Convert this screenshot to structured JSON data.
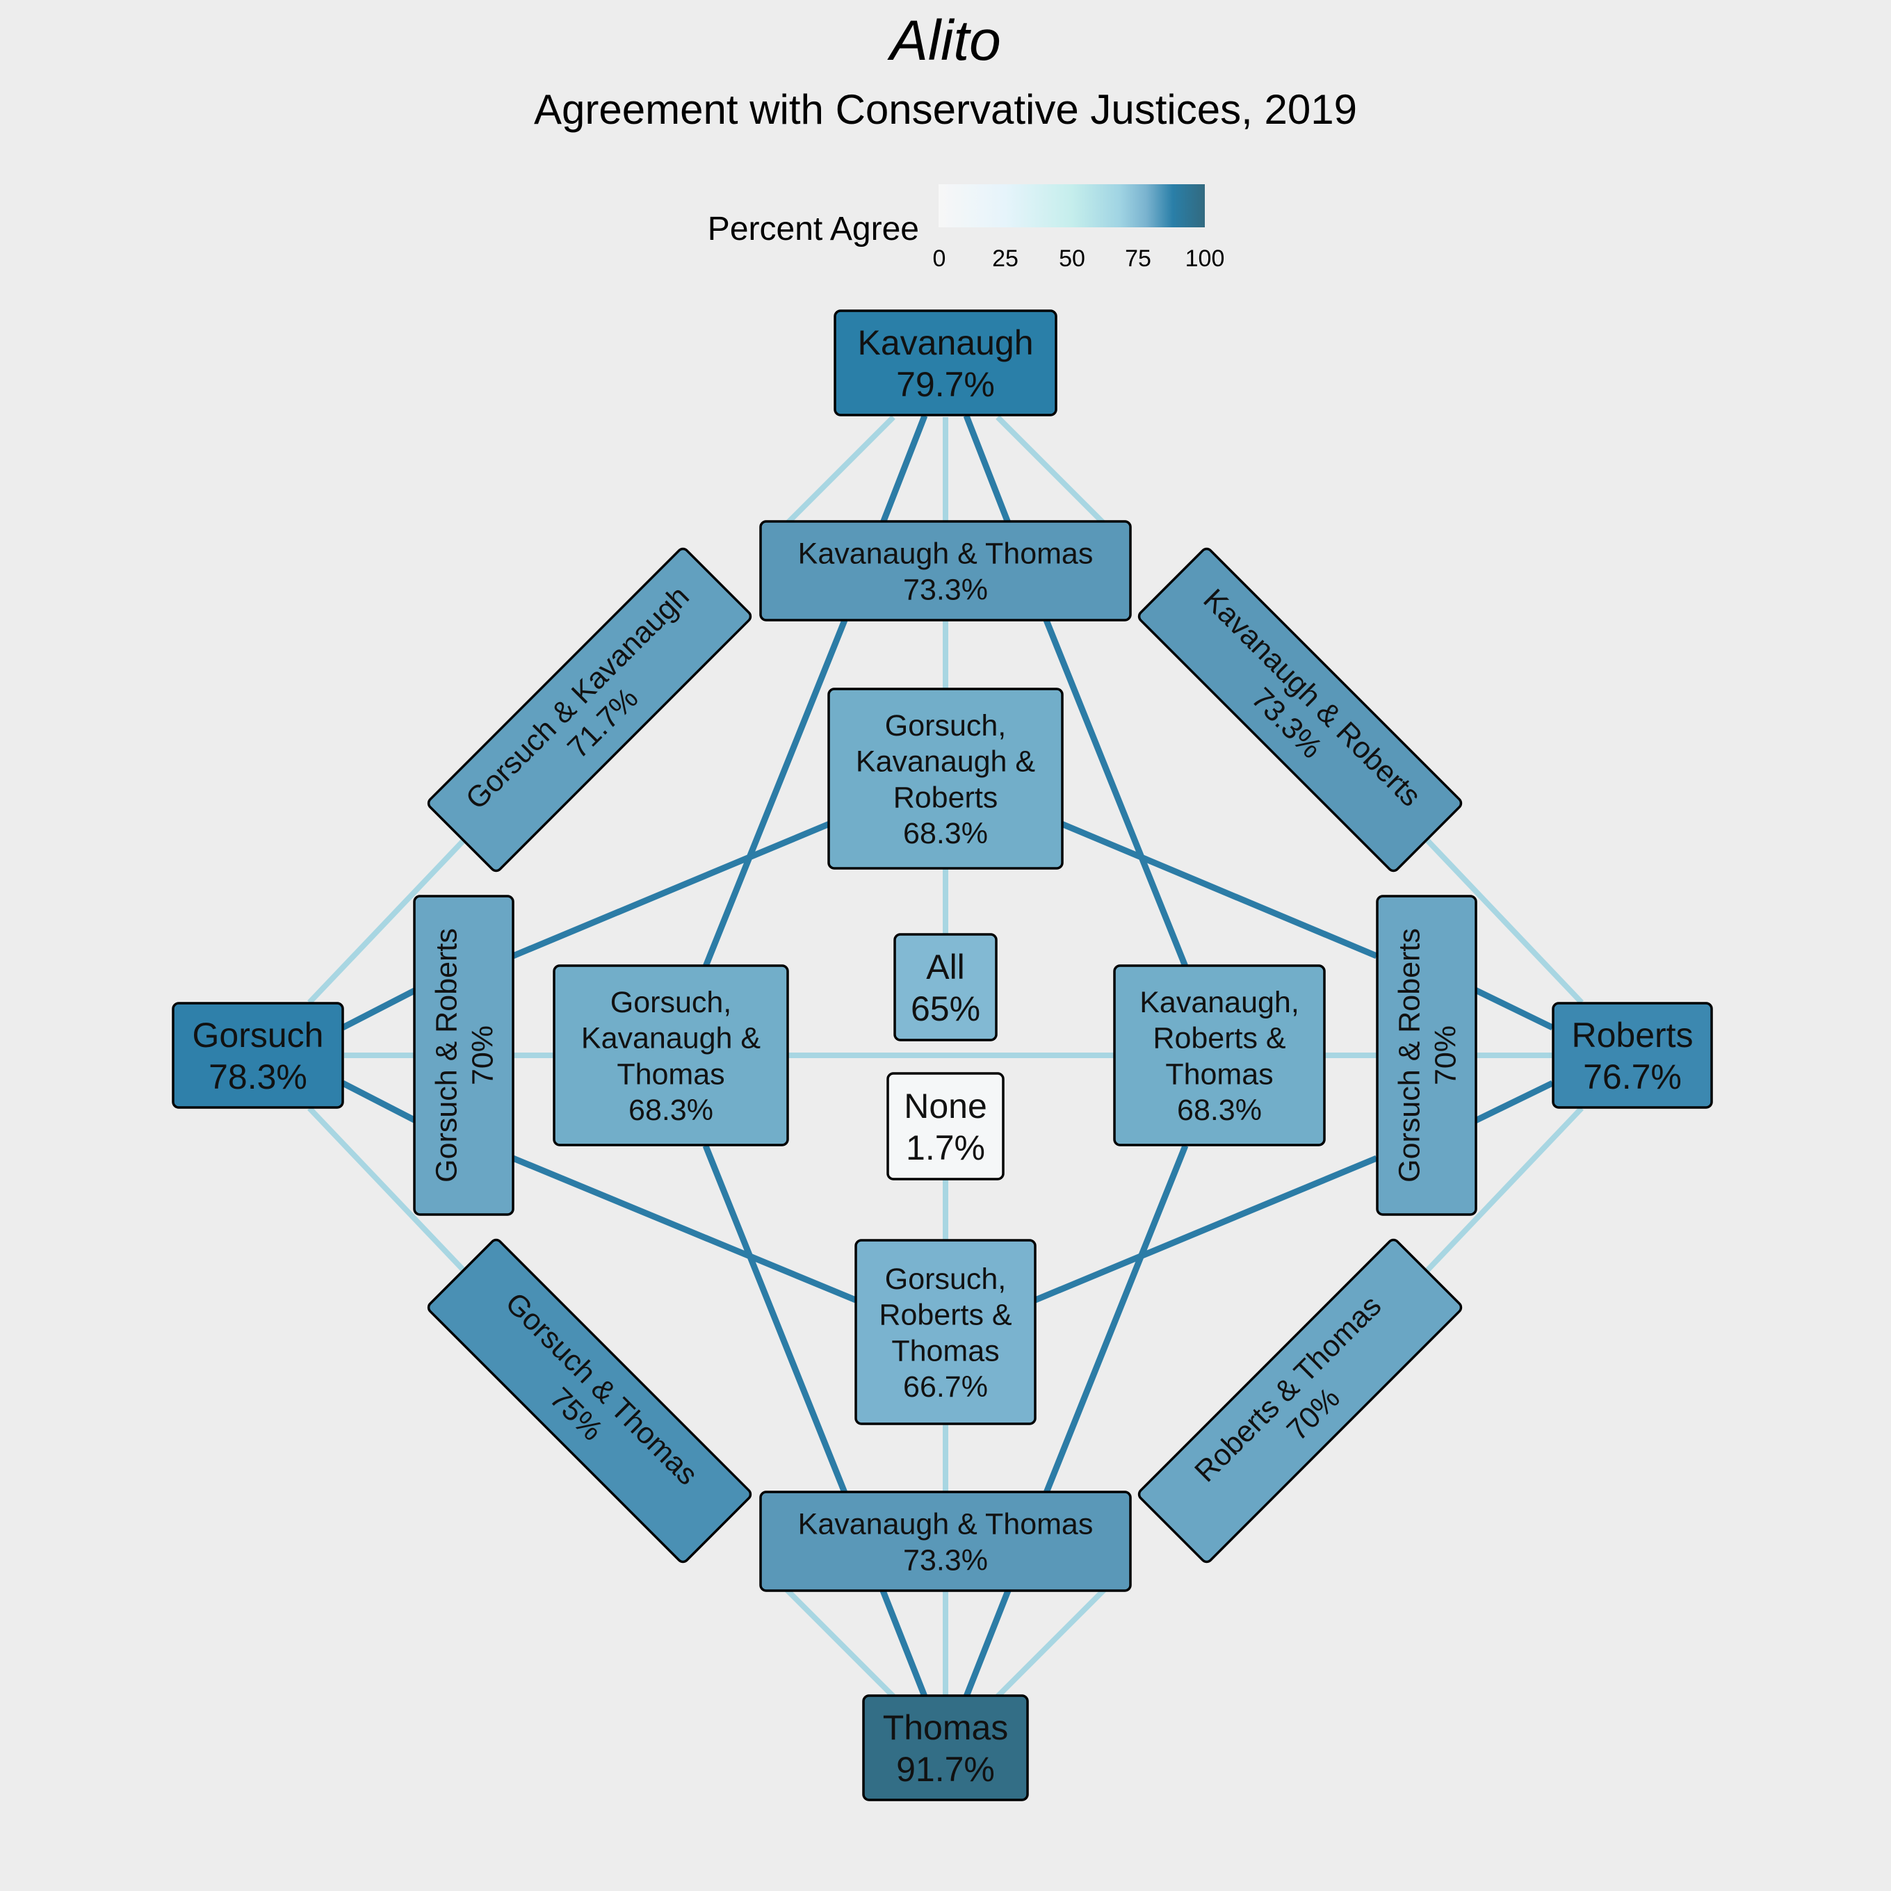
{
  "title": "Alito",
  "subtitle": "Agreement with Conservative Justices, 2019",
  "legend": {
    "title": "Percent Agree",
    "ticks": [
      "0",
      "25",
      "50",
      "75",
      "100"
    ],
    "colors": [
      "#f7f7f7",
      "#e6f4fb",
      "#c5eeec",
      "#a0d4e3",
      "#7ab3cf",
      "#2a7fa8",
      "#326a80"
    ]
  },
  "colors": {
    "background": "#ededed",
    "link_light": "#a8d6e2",
    "link_dark": "#2c7ca6"
  },
  "nodes": [
    {
      "id": "kavanaugh",
      "lines": [
        "Kavanaugh",
        "79.7%"
      ],
      "value": 79.7,
      "color": "#2a7fa8"
    },
    {
      "id": "gorsuch",
      "lines": [
        "Gorsuch",
        "78.3%"
      ],
      "value": 78.3,
      "color": "#2f80aa"
    },
    {
      "id": "roberts",
      "lines": [
        "Roberts",
        "76.7%"
      ],
      "value": 76.7,
      "color": "#3c88b0"
    },
    {
      "id": "thomas",
      "lines": [
        "Thomas",
        "91.7%"
      ],
      "value": 91.7,
      "color": "#336e86"
    },
    {
      "id": "kav-thomas-top",
      "lines": [
        "Kavanaugh & Thomas",
        "73.3%"
      ],
      "value": 73.3,
      "color": "#5a98b8"
    },
    {
      "id": "gor-kav",
      "lines": [
        "Gorsuch & Kavanaugh",
        "71.7%"
      ],
      "value": 71.7,
      "color": "#62a0bf"
    },
    {
      "id": "kav-rob",
      "lines": [
        "Kavanaugh & Roberts",
        "73.3%"
      ],
      "value": 73.3,
      "color": "#5a98b8"
    },
    {
      "id": "gor-rob-left",
      "lines": [
        "Gorsuch & Roberts",
        "70%"
      ],
      "value": 70,
      "color": "#6aa6c4"
    },
    {
      "id": "gor-rob-right",
      "lines": [
        "Gorsuch & Roberts",
        "70%"
      ],
      "value": 70,
      "color": "#6aa6c4"
    },
    {
      "id": "gor-thomas",
      "lines": [
        "Gorsuch & Thomas",
        "75%"
      ],
      "value": 75,
      "color": "#4a90b4"
    },
    {
      "id": "rob-thomas",
      "lines": [
        "Roberts & Thomas",
        "70%"
      ],
      "value": 70,
      "color": "#6aa6c4"
    },
    {
      "id": "kav-thomas-bottom",
      "lines": [
        "Kavanaugh & Thomas",
        "73.3%"
      ],
      "value": 73.3,
      "color": "#5a98b8"
    },
    {
      "id": "gor-kav-rob",
      "lines": [
        "Gorsuch,",
        "Kavanaugh &",
        "Roberts",
        "68.3%"
      ],
      "value": 68.3,
      "color": "#72aec9"
    },
    {
      "id": "gor-kav-thomas",
      "lines": [
        "Gorsuch,",
        "Kavanaugh &",
        "Thomas",
        "68.3%"
      ],
      "value": 68.3,
      "color": "#72aec9"
    },
    {
      "id": "kav-rob-thomas",
      "lines": [
        "Kavanaugh,",
        "Roberts &",
        "Thomas",
        "68.3%"
      ],
      "value": 68.3,
      "color": "#72aec9"
    },
    {
      "id": "gor-rob-thomas",
      "lines": [
        "Gorsuch,",
        "Roberts &",
        "Thomas",
        "66.7%"
      ],
      "value": 66.7,
      "color": "#7ab3cf"
    },
    {
      "id": "all",
      "lines": [
        "All",
        "65%"
      ],
      "value": 65,
      "color": "#82b9d3"
    },
    {
      "id": "none",
      "lines": [
        "None",
        "1.7%"
      ],
      "value": 1.7,
      "color": "#f5f7f8"
    }
  ]
}
